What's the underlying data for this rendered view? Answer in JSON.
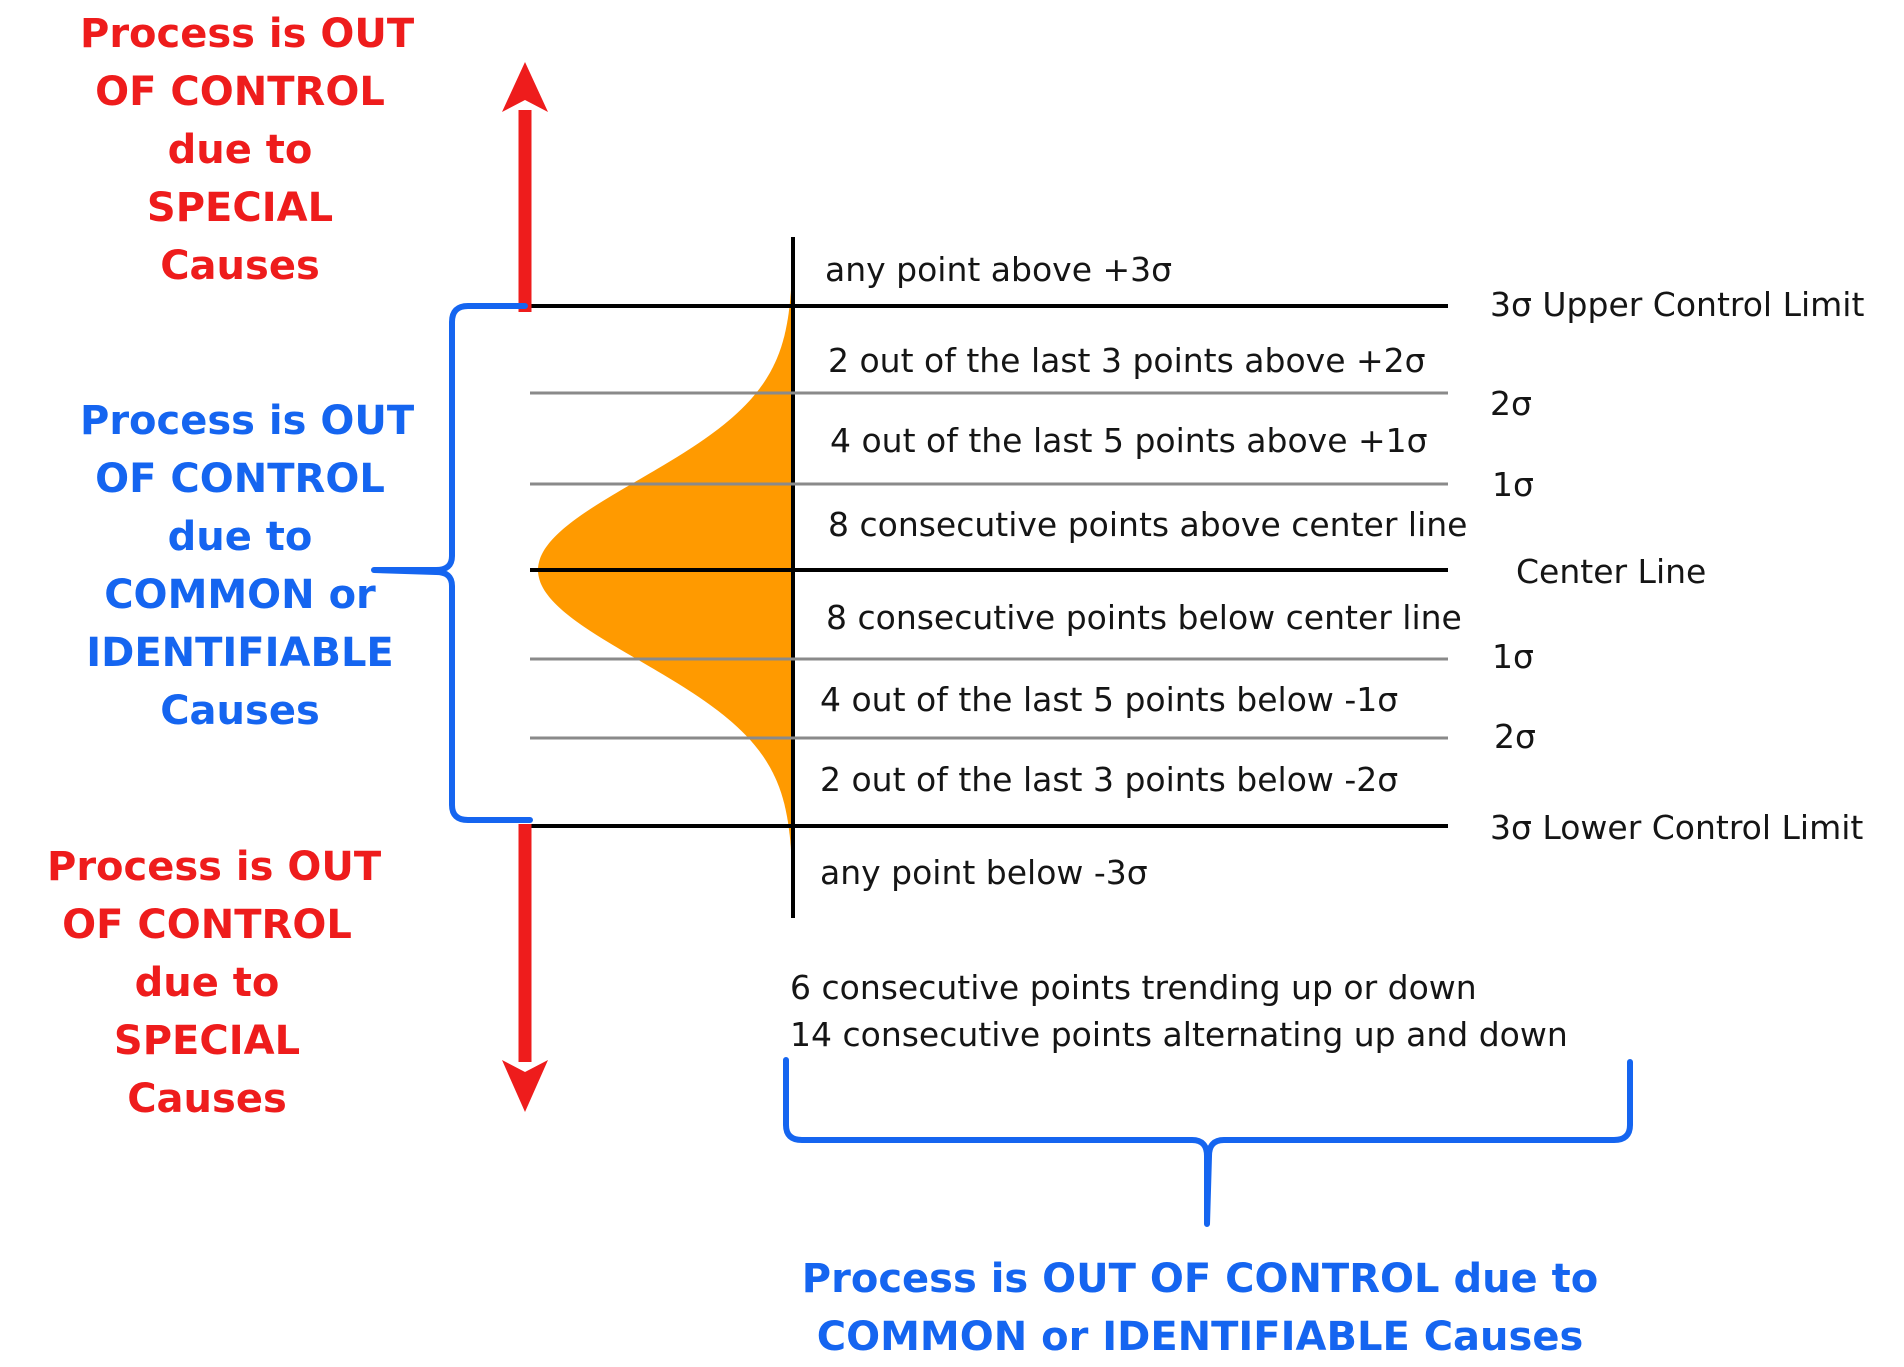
{
  "colors": {
    "special": "#ee1c1c",
    "common": "#1565f0",
    "bell": "#ff9a00",
    "line": "#000000",
    "sigma_line": "#8a8a8a"
  },
  "left_captions": {
    "top": [
      "Process is OUT",
      "OF CONTROL",
      "due to",
      "SPECIAL",
      "Causes"
    ],
    "middle": [
      "Process is OUT",
      "OF CONTROL",
      "due to",
      "COMMON or",
      "IDENTIFIABLE",
      "Causes"
    ],
    "bottom": [
      "Process is OUT",
      "OF CONTROL",
      "due to",
      "SPECIAL",
      "Causes"
    ]
  },
  "zone_rules": [
    "any point above +3σ",
    "2 out of the last 3 points above +2σ",
    "4 out of the last 5 points above +1σ",
    "8 consecutive points above center line",
    "8 consecutive points below center line",
    "4 out of the last 5 points below -1σ",
    "2 out of the last 3 points below -2σ",
    "any point below -3σ"
  ],
  "limit_labels": {
    "ucl": "3σ Upper Control Limit",
    "plus2": "2σ",
    "plus1": "1σ",
    "center": "Center Line",
    "minus1": "1σ",
    "minus2": "2σ",
    "lcl": "3σ Lower Control Limit"
  },
  "trend_rules": [
    "6 consecutive points trending up or down",
    "14 consecutive points alternating up and down"
  ],
  "bottom_caption": [
    "Process is OUT OF CONTROL due to",
    "COMMON or IDENTIFIABLE Causes"
  ]
}
